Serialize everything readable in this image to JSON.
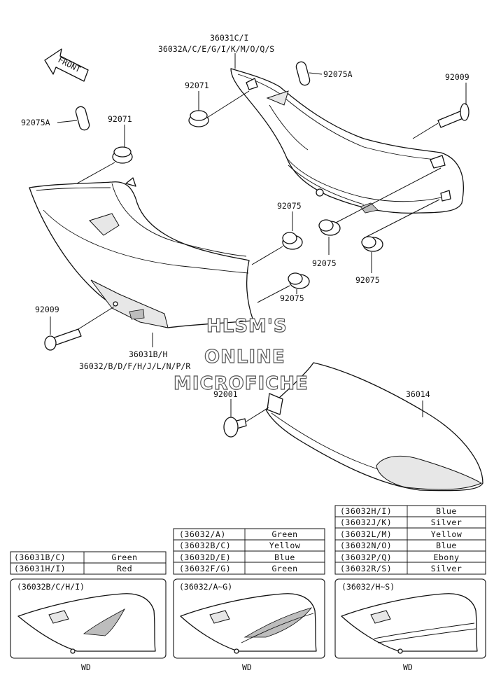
{
  "front_label": "FRONT",
  "callouts": {
    "c36031ci": "36031C/I",
    "c36032top": "36032A/C/E/G/I/K/M/O/Q/S",
    "c92075a_r": "92075A",
    "c92071_r": "92071",
    "c92009_r": "92009",
    "c92075a_l": "92075A",
    "c92071_l": "92071",
    "c92075_a": "92075",
    "c92075_b": "92075",
    "c92075_c": "92075",
    "c92075_d": "92075",
    "c92009_l": "92009",
    "c36031bh": "36031B/H",
    "c36032bottom": "36032/B/D/F/H/J/L/N/P/R",
    "c92001": "92001",
    "c36014": "36014"
  },
  "watermark": [
    "HLSM'S",
    "ONLINE",
    "MICROFICHE"
  ],
  "color_tables": [
    {
      "rows": [
        {
          "code": "(36031B/C)",
          "color": "Green"
        },
        {
          "code": "(36031H/I)",
          "color": "Red"
        }
      ]
    },
    {
      "rows": [
        {
          "code": "(36032/A)",
          "color": "Green"
        },
        {
          "code": "(36032B/C)",
          "color": "Yellow"
        },
        {
          "code": "(36032D/E)",
          "color": "Blue"
        },
        {
          "code": "(36032F/G)",
          "color": "Green"
        }
      ]
    },
    {
      "rows": [
        {
          "code": "(36032H/I)",
          "color": "Blue"
        },
        {
          "code": "(36032J/K)",
          "color": "Silver"
        },
        {
          "code": "(36032L/M)",
          "color": "Yellow"
        },
        {
          "code": "(36032N/O)",
          "color": "Blue"
        },
        {
          "code": "(36032P/Q)",
          "color": "Ebony"
        },
        {
          "code": "(36032R/S)",
          "color": "Silver"
        }
      ]
    }
  ],
  "variant_panels": [
    {
      "title": "(36032B/C/H/I)",
      "footer": "WD"
    },
    {
      "title": "(36032/A~G)",
      "footer": "WD"
    },
    {
      "title": "(36032/H~S)",
      "footer": "WD"
    }
  ]
}
